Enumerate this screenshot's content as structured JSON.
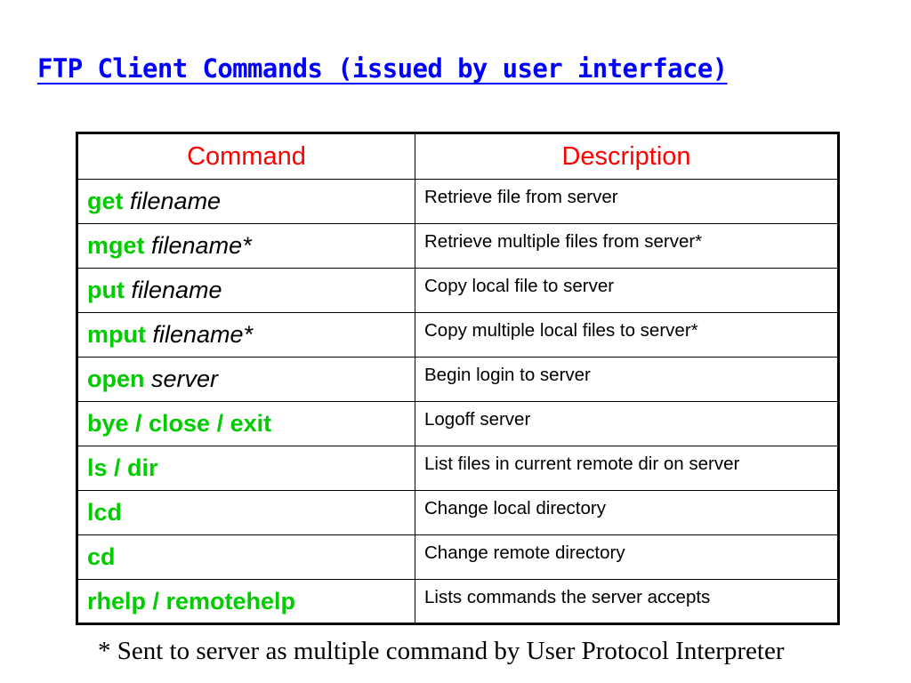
{
  "title": "FTP Client Commands (issued by user interface)",
  "table": {
    "headers": {
      "command": "Command",
      "description": "Description"
    },
    "rows": [
      {
        "name": "get",
        "arg": "filename",
        "description": "Retrieve file from server"
      },
      {
        "name": "mget",
        "arg": "filename*",
        "description": "Retrieve multiple files from server*"
      },
      {
        "name": "put",
        "arg": "filename",
        "description": "Copy local file to server"
      },
      {
        "name": "mput",
        "arg": "filename*",
        "description": "Copy multiple local files to server*"
      },
      {
        "name": "open",
        "arg": "server",
        "description": "Begin login to server"
      },
      {
        "name": "bye / close / exit",
        "arg": "",
        "description": "Logoff server"
      },
      {
        "name": "ls / dir",
        "arg": "",
        "description": "List files in current remote dir on server"
      },
      {
        "name": "lcd",
        "arg": "",
        "description": "Change local directory"
      },
      {
        "name": "cd",
        "arg": "",
        "description": "Change remote directory"
      },
      {
        "name": "rhelp / remotehelp",
        "arg": "",
        "description": "Lists commands the server accepts"
      }
    ]
  },
  "footnote": "* Sent to server as multiple command by User Protocol Interpreter",
  "colors": {
    "title": "#0000ff",
    "header": "#ff0000",
    "command": "#00cc00",
    "text": "#000000"
  }
}
